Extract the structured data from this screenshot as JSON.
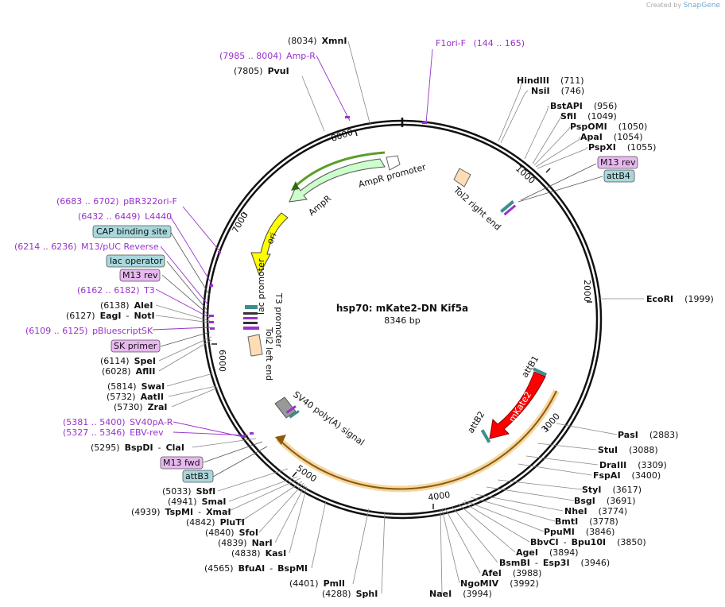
{
  "credit": {
    "prefix": "Created by",
    "brand": "SnapGene"
  },
  "plasmid": {
    "name": "hsp70: mKate2-DN Kif5a",
    "size": "8346 bp"
  },
  "ticks": [
    "1000",
    "2000",
    "3000",
    "4000",
    "5000",
    "6000",
    "7000",
    "8000"
  ],
  "colors": {
    "feature_label": "#9932cc",
    "site_label": "#111111",
    "backbone": "#111111",
    "ampr": "#ccffcc",
    "ori": "#ffff00",
    "mkate2": "#ff0000",
    "tol2": "#ffdcb4",
    "polya": "#999999",
    "box_blue": "#a8d8dc",
    "box_purple": "#e8b8f0"
  },
  "features": {
    "ampr_promoter": "AmpR promoter",
    "ampr": "AmpR",
    "ori": "ori",
    "mkate2": "mKate2",
    "tol2_right": "Tol2 right end",
    "tol2_left": "Tol2 left end",
    "lac_promoter": "lac promoter",
    "t3_promoter": "T3 promoter",
    "sv40_polya": "SV40 poly(A) signal",
    "attb1": "attB1",
    "attb2": "attB2"
  },
  "boxes": {
    "m13_rev_right": "M13 rev",
    "attb4": "attB4",
    "cap": "CAP binding site",
    "lac_operator": "lac operator",
    "m13_rev_left": "M13 rev",
    "sk_primer": "SK primer",
    "m13_fwd": "M13 fwd",
    "attb3": "attB3"
  },
  "primers": [
    {
      "range": "(144 .. 165)",
      "name": "F1ori-F"
    },
    {
      "range": "(7985 .. 8004)",
      "name": "Amp-R"
    },
    {
      "range": "(6683 .. 6702)",
      "name": "pBR322ori-F"
    },
    {
      "range": "(6432 .. 6449)",
      "name": "L4440"
    },
    {
      "range": "(6214 .. 6236)",
      "name": "M13/pUC Reverse"
    },
    {
      "range": "(6162 .. 6182)",
      "name": "T3"
    },
    {
      "range": "(6109 .. 6125)",
      "name": "pBluescriptSK"
    },
    {
      "range": "(5381 .. 5400)",
      "name": "SV40pA-R"
    },
    {
      "range": "(5327 .. 5346)",
      "name": "EBV-rev"
    }
  ],
  "sites_right": [
    {
      "name": "HindIII",
      "pos": "(711)"
    },
    {
      "name": "NsiI",
      "pos": "(746)"
    },
    {
      "name": "BstAPI",
      "pos": "(956)"
    },
    {
      "name": "SfiI",
      "pos": "(1049)"
    },
    {
      "name": "PspOMI",
      "pos": "(1050)"
    },
    {
      "name": "ApaI",
      "pos": "(1054)"
    },
    {
      "name": "PspXI",
      "pos": "(1055)"
    },
    {
      "name": "EcoRI",
      "pos": "(1999)"
    },
    {
      "name": "PasI",
      "pos": "(2883)"
    },
    {
      "name": "StuI",
      "pos": "(3088)"
    },
    {
      "name": "DraIII",
      "pos": "(3309)"
    },
    {
      "name": "FspAI",
      "pos": "(3400)"
    },
    {
      "name": "StyI",
      "pos": "(3617)"
    },
    {
      "name": "BsgI",
      "pos": "(3691)"
    },
    {
      "name": "NheI",
      "pos": "(3774)"
    },
    {
      "name": "BmtI",
      "pos": "(3778)"
    },
    {
      "name": "PpuMI",
      "pos": "(3846)"
    },
    {
      "name": "BbvCI",
      "name2": "Bpu10I",
      "pos": "(3850)"
    },
    {
      "name": "AgeI",
      "pos": "(3894)"
    },
    {
      "name": "BsmBI",
      "name2": "Esp3I",
      "pos": "(3946)"
    },
    {
      "name": "AfeI",
      "pos": "(3988)"
    },
    {
      "name": "NgoMIV",
      "pos": "(3992)"
    },
    {
      "name": "NaeI",
      "pos": "(3994)"
    }
  ],
  "sites_left": [
    {
      "name": "XmnI",
      "pos": "(8034)"
    },
    {
      "name": "PvuI",
      "pos": "(7805)"
    },
    {
      "name": "AleI",
      "pos": "(6138)"
    },
    {
      "name": "EagI",
      "name2": "NotI",
      "pos": "(6127)"
    },
    {
      "name": "SpeI",
      "pos": "(6114)"
    },
    {
      "name": "AflII",
      "pos": "(6028)"
    },
    {
      "name": "SwaI",
      "pos": "(5814)"
    },
    {
      "name": "AatII",
      "pos": "(5732)"
    },
    {
      "name": "ZraI",
      "pos": "(5730)"
    },
    {
      "name": "BspDI",
      "name2": "ClaI",
      "pos": "(5295)"
    },
    {
      "name": "SbfI",
      "pos": "(5033)"
    },
    {
      "name": "SmaI",
      "pos": "(4941)"
    },
    {
      "name": "TspMI",
      "name2": "XmaI",
      "pos": "(4939)"
    },
    {
      "name": "PluTI",
      "pos": "(4842)"
    },
    {
      "name": "SfoI",
      "pos": "(4840)"
    },
    {
      "name": "NarI",
      "pos": "(4839)"
    },
    {
      "name": "KasI",
      "pos": "(4838)"
    },
    {
      "name": "BfuAI",
      "name2": "BspMI",
      "pos": "(4565)"
    },
    {
      "name": "PmlI",
      "pos": "(4401)"
    },
    {
      "name": "SphI",
      "pos": "(4288)"
    }
  ]
}
